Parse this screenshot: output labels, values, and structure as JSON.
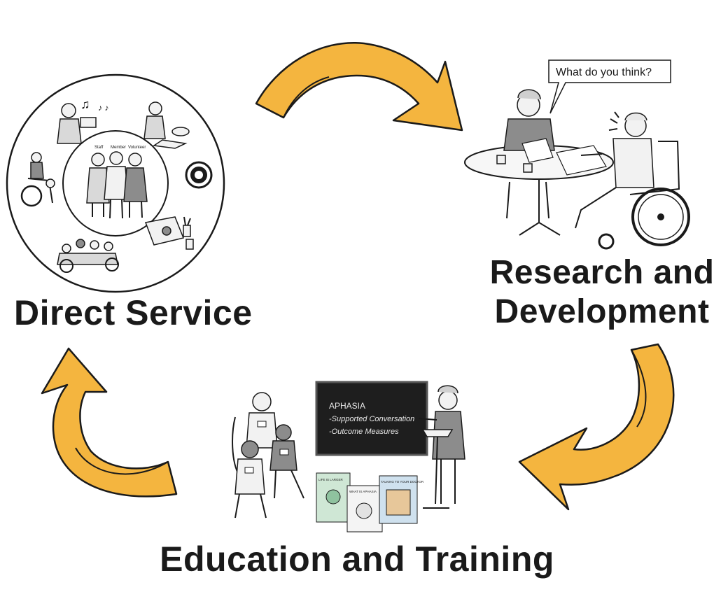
{
  "colors": {
    "arrow_fill": "#f4b53f",
    "arrow_stroke": "#1a1a1a",
    "ink": "#1a1a1a",
    "chalkboard": "#1e1e1e"
  },
  "labels": {
    "direct_service": "Direct Service",
    "research_line1": "Research and",
    "research_line2": "Development",
    "education_training": "Education and Training"
  },
  "direct_service_circle": {
    "inner_labels": [
      "Staff",
      "Member",
      "Volunteer"
    ]
  },
  "research": {
    "speech_bubble": "What do you think?"
  },
  "chalkboard": {
    "lines": [
      "APHASIA",
      "-Supported Conversation",
      "-Outcome Measures"
    ]
  },
  "booklets": [
    {
      "title": "LIFE IS LARGER"
    },
    {
      "title": "WHAT IS APHASIA"
    },
    {
      "title": "TALKING TO YOUR DOCTOR"
    }
  ],
  "icons": [
    "arrow-top-icon",
    "arrow-right-icon",
    "arrow-left-icon",
    "seal-icon",
    "wheelchair-icon",
    "music-note-icon",
    "mug-icon"
  ]
}
